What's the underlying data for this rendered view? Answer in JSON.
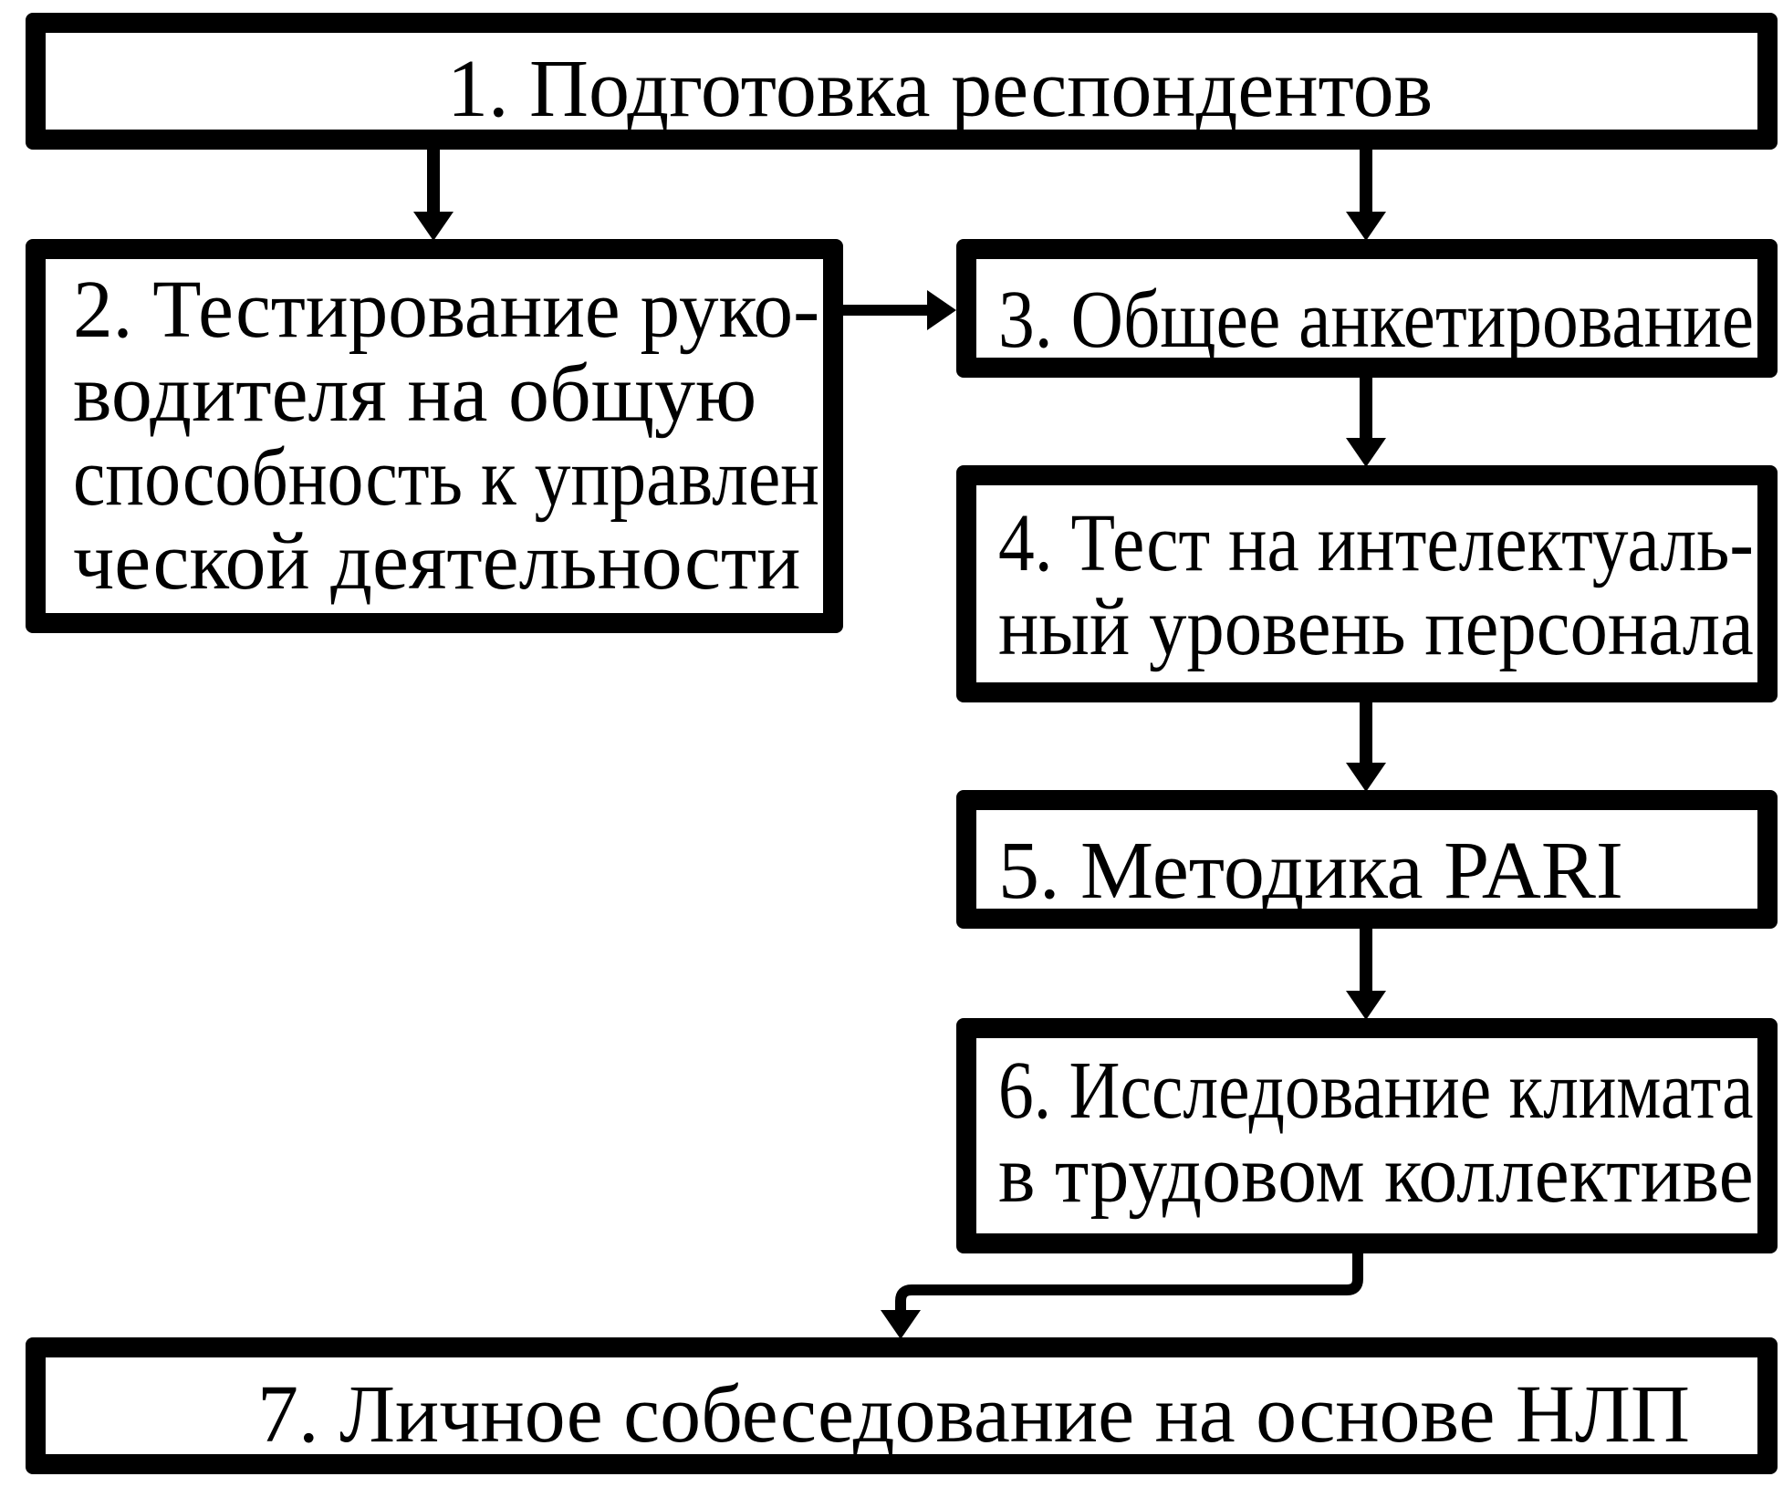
{
  "diagram": {
    "nodes": [
      {
        "id": "1",
        "lines": [
          "1. Подготовка респондентов"
        ]
      },
      {
        "id": "2",
        "lines": [
          "2. Тестирование руко-",
          "водителя на общую",
          "способность к управлен",
          "ческой деятельности"
        ]
      },
      {
        "id": "3",
        "lines": [
          "3. Общее анкетирование"
        ]
      },
      {
        "id": "4",
        "lines": [
          "4. Тест на интелектуаль-",
          "ный уровень персонала"
        ]
      },
      {
        "id": "5",
        "lines": [
          "5. Методика PARI"
        ]
      },
      {
        "id": "6",
        "lines": [
          "6. Исследование климата",
          "в трудовом коллективе"
        ]
      },
      {
        "id": "7",
        "lines": [
          "7. Личное собеседование на основе НЛП"
        ]
      }
    ],
    "edges": [
      {
        "from": "1",
        "to": "2"
      },
      {
        "from": "1",
        "to": "3"
      },
      {
        "from": "2",
        "to": "3"
      },
      {
        "from": "3",
        "to": "4"
      },
      {
        "from": "4",
        "to": "5"
      },
      {
        "from": "5",
        "to": "6"
      },
      {
        "from": "6",
        "to": "7"
      }
    ]
  }
}
